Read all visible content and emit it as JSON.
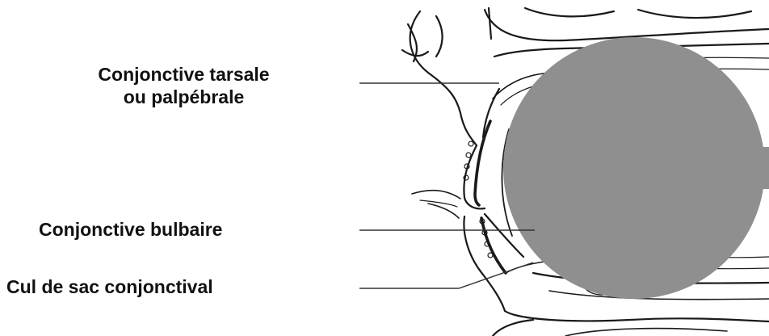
{
  "labels": {
    "tarsal_line1": "Conjonctive tarsale",
    "tarsal_line2": "ou palpébrale",
    "bulbar": "Conjonctive bulbaire",
    "fornix": "Cul de sac conjonctival"
  },
  "colors": {
    "eyeball": "#8f8f8f",
    "line": "#1a1a1a",
    "leader": "#333333"
  }
}
